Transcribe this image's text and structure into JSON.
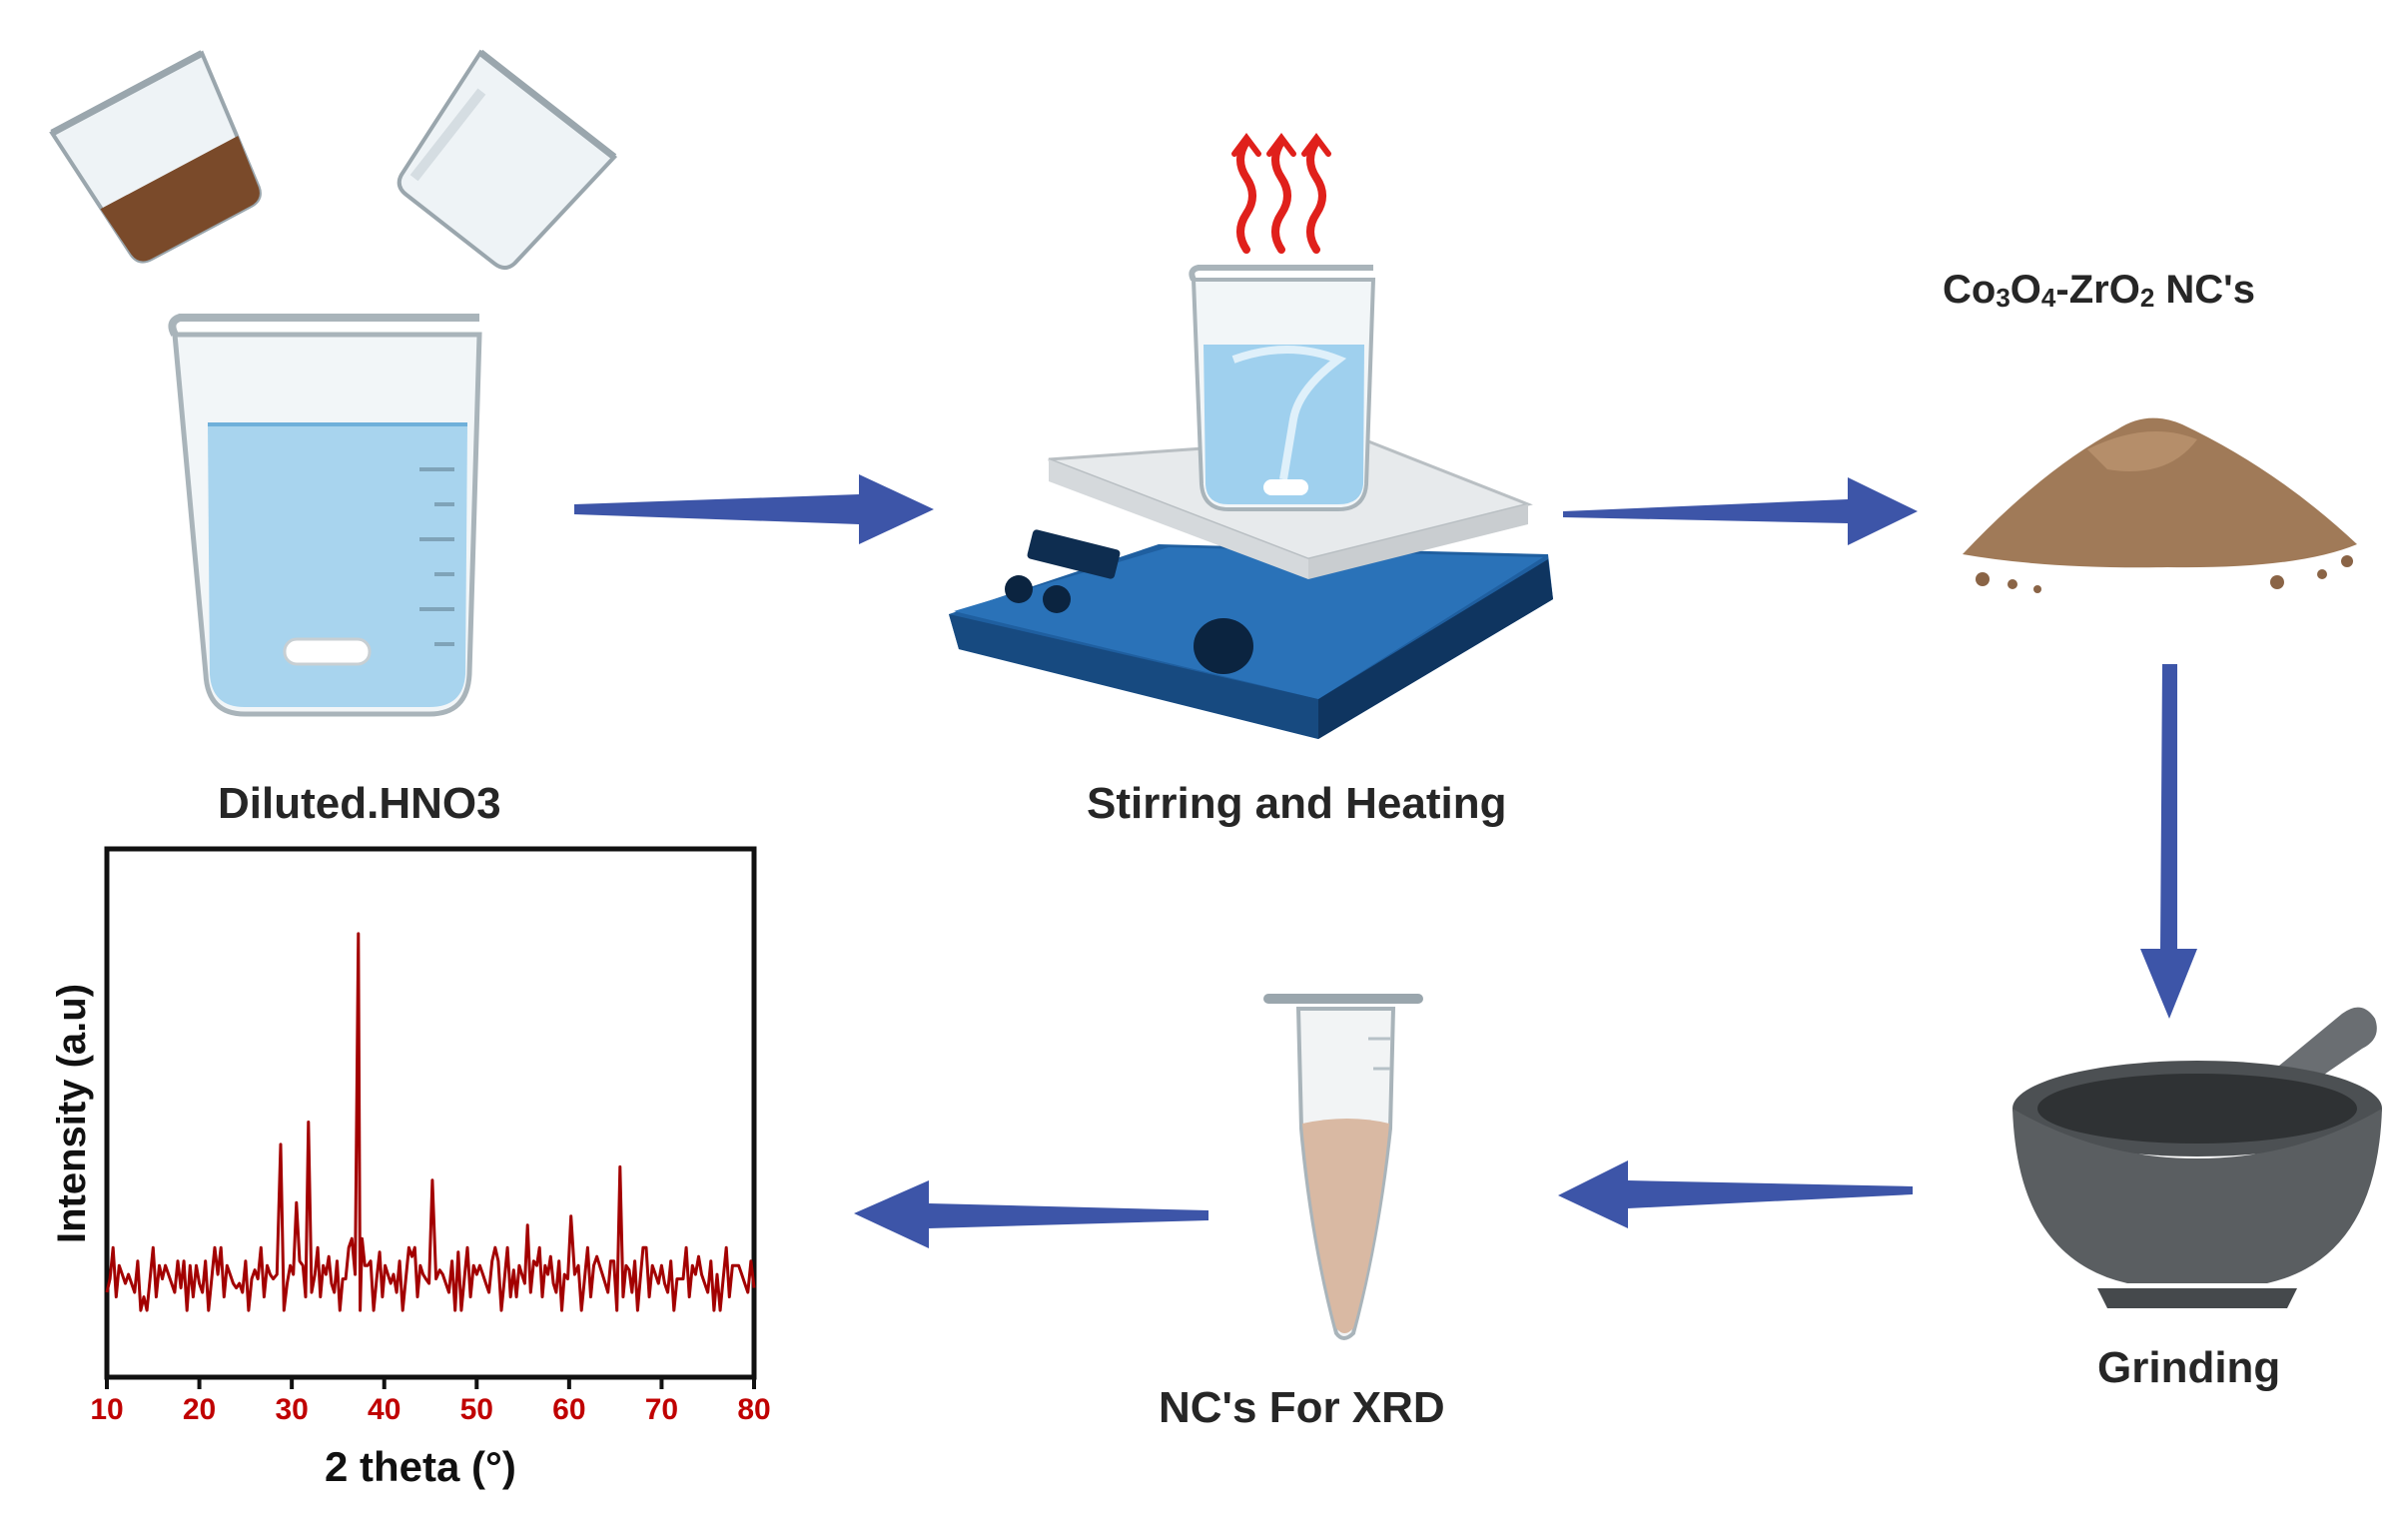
{
  "steps": {
    "diluted": "Diluted.HNO3",
    "stirring": "Stirring and Heating",
    "product": {
      "co": "Co",
      "co_sub": "3",
      "o": "O",
      "o_sub": "4",
      "zr": "-ZrO",
      "zr_sub": "2",
      "nc": " NC's"
    },
    "grinding": "Grinding",
    "xrd_tube": "NC's For XRD"
  },
  "colors": {
    "arrow": "#3d55a8",
    "xrd_line": "#a30000",
    "water": "#a8d4ee",
    "powder": "#a07a58",
    "hotplate": "#1f5fa0"
  },
  "chart_data": {
    "type": "line",
    "xlabel": "2 theta (°)",
    "ylabel": "Intensity (a.u)",
    "xlim": [
      10,
      80
    ],
    "xticks": [
      "10",
      "20",
      "30",
      "40",
      "50",
      "60",
      "70",
      "80"
    ],
    "series": [
      {
        "x": [
          10,
          12,
          14,
          16,
          18,
          19,
          20,
          22,
          24,
          26,
          28,
          28.8,
          29.5,
          30.5,
          31.2,
          31.8,
          32.5,
          34,
          35.5,
          36.5,
          37.2,
          37.6,
          38.2,
          39.5,
          41,
          43,
          44.5,
          45.2,
          46,
          48,
          50,
          52,
          54,
          55.5,
          56.5,
          58,
          59.5,
          60.2,
          61,
          63,
          64.5,
          65.5,
          66.5,
          68,
          70,
          72,
          74,
          76,
          78,
          80
        ],
        "y": [
          10,
          12,
          9,
          13,
          11,
          16,
          12,
          14,
          11,
          15,
          13,
          43,
          12,
          30,
          16,
          48,
          14,
          18,
          13,
          22,
          90,
          22,
          16,
          19,
          14,
          18,
          13,
          35,
          15,
          19,
          14,
          20,
          15,
          25,
          16,
          18,
          14,
          27,
          16,
          18,
          17,
          38,
          15,
          20,
          16,
          13,
          18,
          14,
          16,
          11
        ]
      }
    ]
  }
}
